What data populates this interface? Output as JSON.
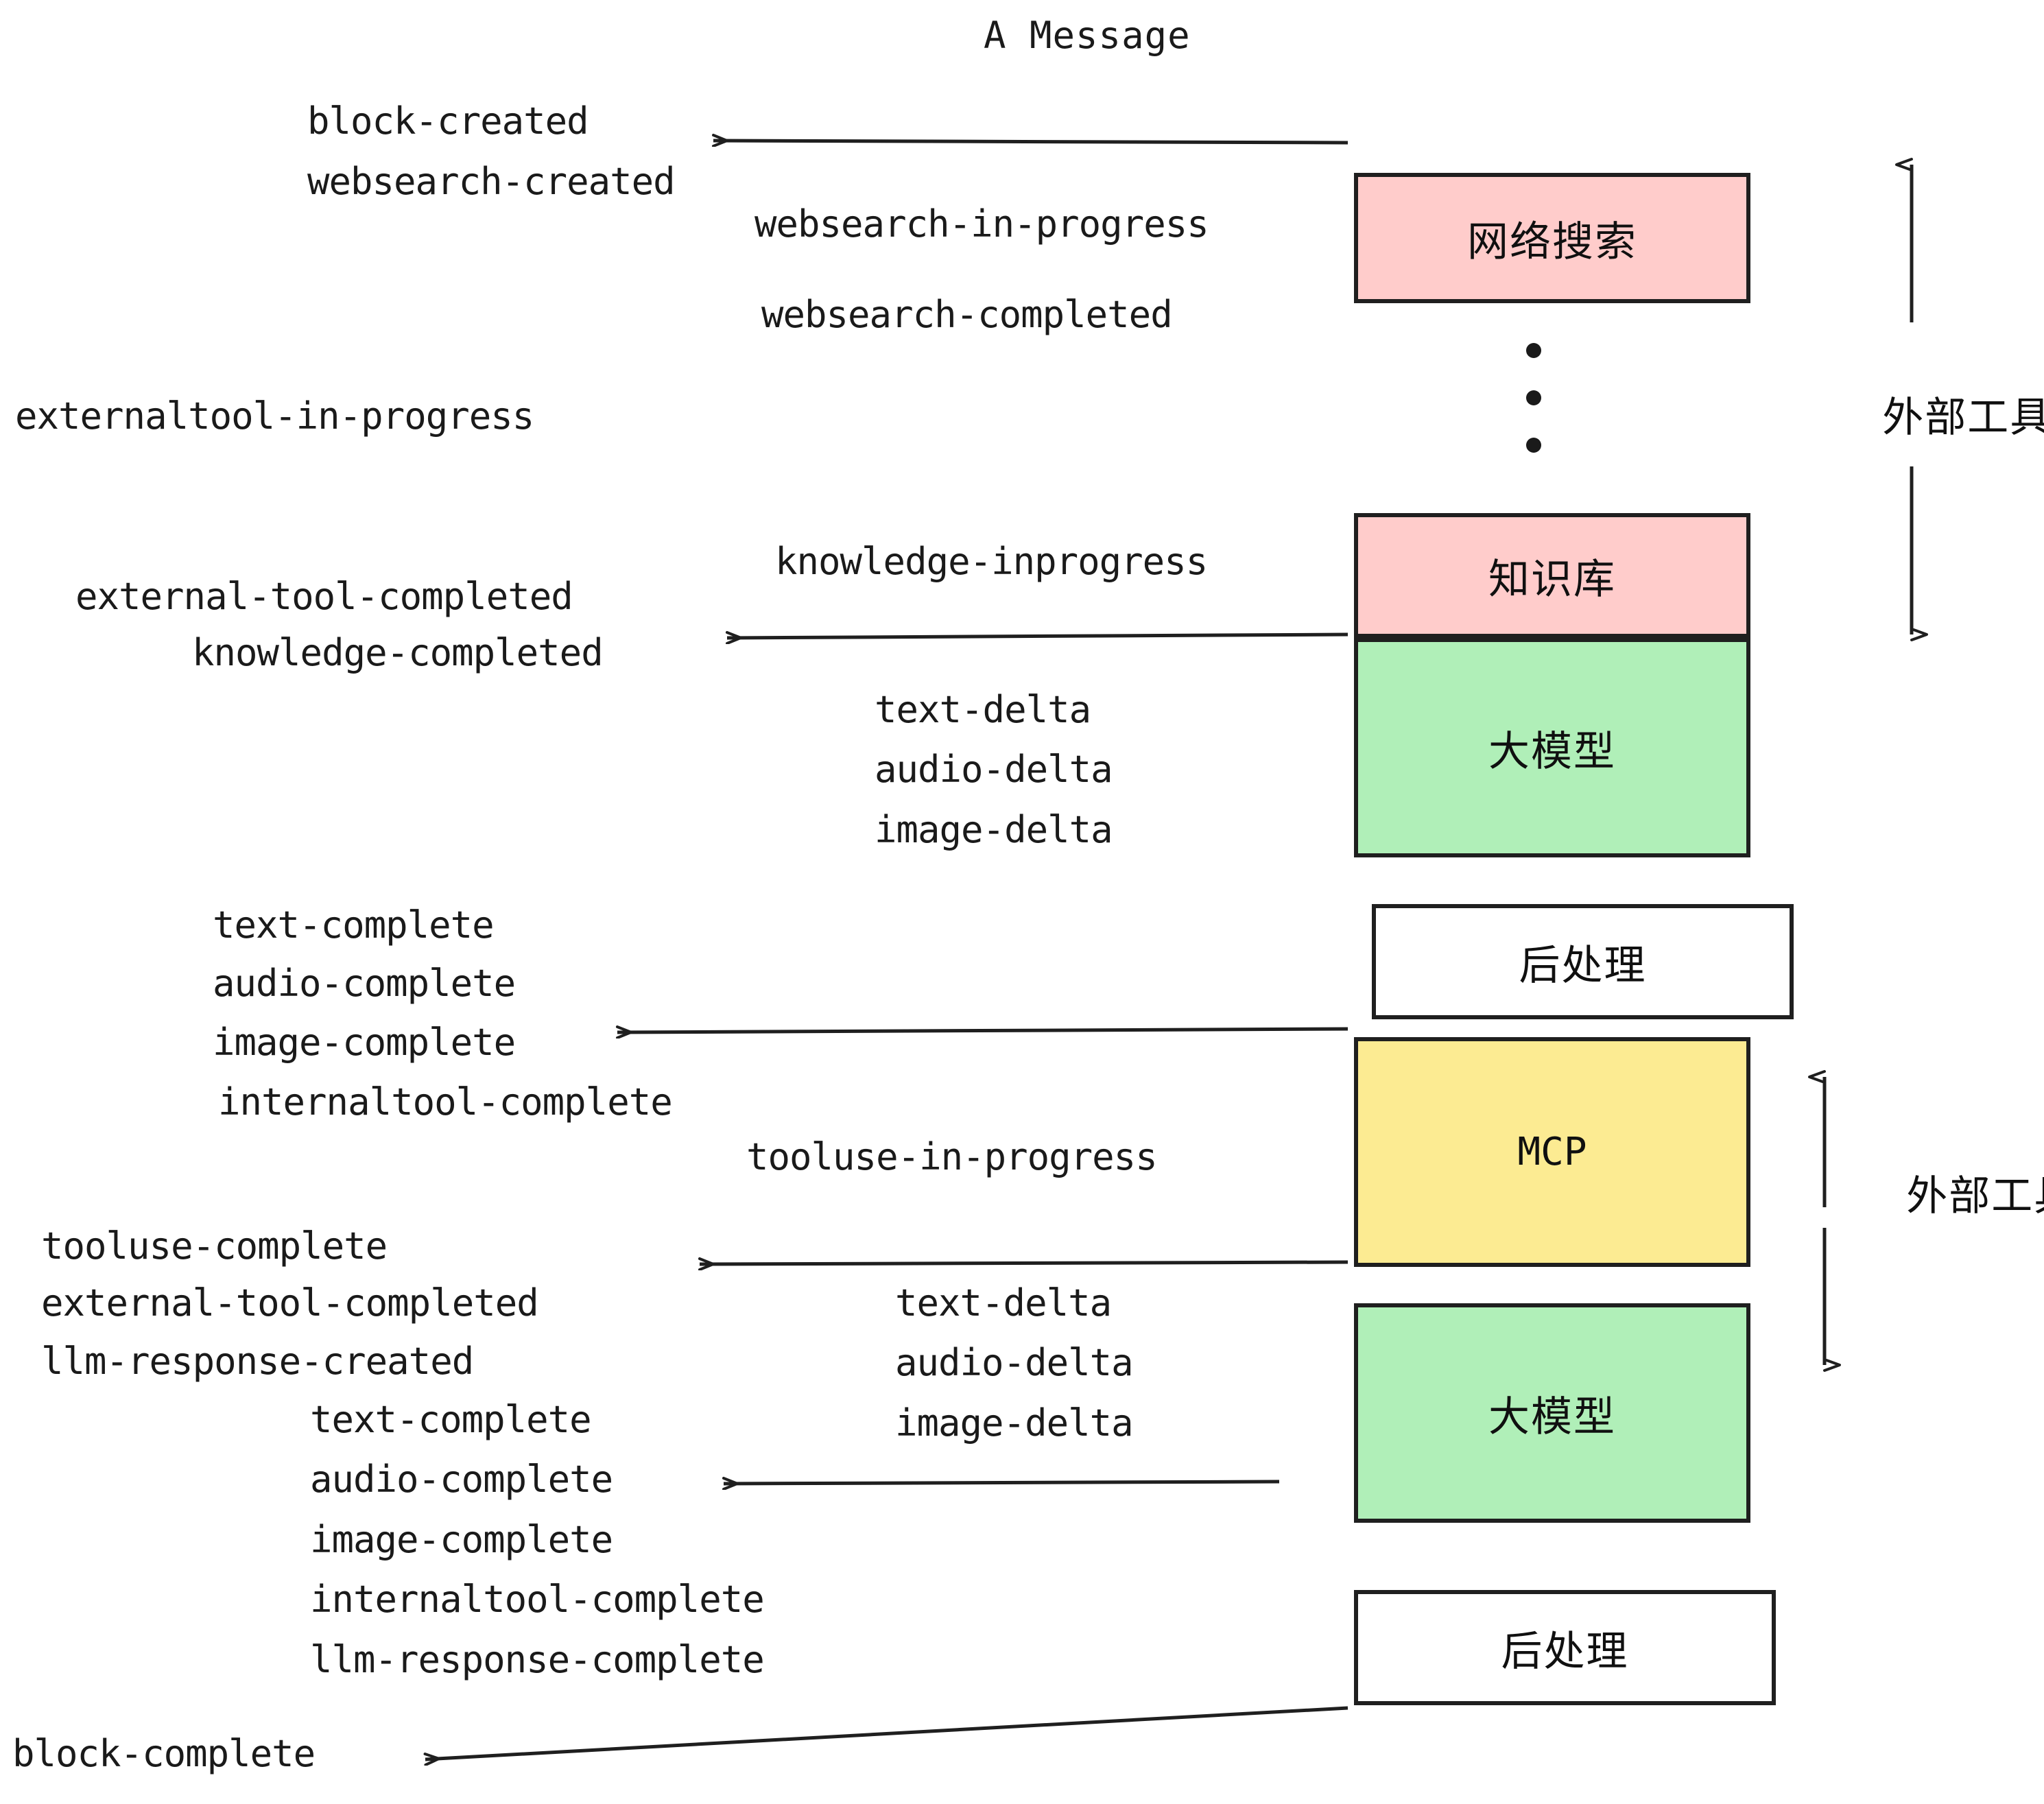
{
  "title": "A Message",
  "colors": {
    "pink": "#ffcccb",
    "green": "#b0efb8",
    "yellow": "#fceb92",
    "white": "#ffffff",
    "stroke": "#1f1f1f",
    "text": "#1a1a1a"
  },
  "nodes": [
    {
      "id": "websearch",
      "label": "网络搜索",
      "fill": "#ffcccb"
    },
    {
      "id": "knowledge",
      "label": "知识库",
      "fill": "#ffcccb"
    },
    {
      "id": "llm-1",
      "label": "大模型",
      "fill": "#b0efb8"
    },
    {
      "id": "postprocess-1",
      "label": "后处理",
      "fill": "#ffffff"
    },
    {
      "id": "mcp",
      "label": "MCP",
      "fill": "#fceb92"
    },
    {
      "id": "llm-2",
      "label": "大模型",
      "fill": "#b0efb8"
    },
    {
      "id": "postprocess-2",
      "label": "后处理",
      "fill": "#ffffff"
    }
  ],
  "side_labels": [
    {
      "id": "external-tool-top",
      "label": "外部工具"
    },
    {
      "id": "external-tool-bottom",
      "label": "外部工具"
    }
  ],
  "events": {
    "block_created": "block-created",
    "websearch_created": "websearch-created",
    "websearch_in_progress": "websearch-in-progress",
    "websearch_completed": "websearch-completed",
    "externaltool_in_progress": "externaltool-in-progress",
    "knowledge_inprogress": "knowledge-inprogress",
    "external_tool_completed_1": "external-tool-completed",
    "knowledge_completed": "knowledge-completed",
    "text_delta_1": "text-delta",
    "audio_delta_1": "audio-delta",
    "image_delta_1": "image-delta",
    "text_complete_1": "text-complete",
    "audio_complete_1": "audio-complete",
    "image_complete_1": "image-complete",
    "internaltool_complete_1": "internaltool-complete",
    "tooluse_in_progress": "tooluse-in-progress",
    "tooluse_complete": "tooluse-complete",
    "external_tool_completed_2": "external-tool-completed",
    "llm_response_created": "llm-response-created",
    "text_delta_2": "text-delta",
    "audio_delta_2": "audio-delta",
    "image_delta_2": "image-delta",
    "text_complete_2": "text-complete",
    "audio_complete_2": "audio-complete",
    "image_complete_2": "image-complete",
    "internaltool_complete_2": "internaltool-complete",
    "llm_response_complete": "llm-response-complete",
    "block_complete": "block-complete"
  }
}
